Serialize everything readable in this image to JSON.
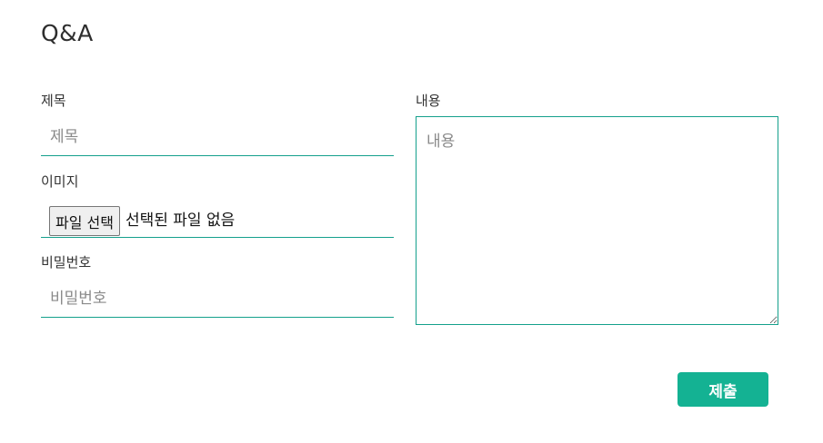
{
  "page": {
    "title": "Q&A"
  },
  "form": {
    "title_field": {
      "label": "제목",
      "placeholder": "제목",
      "value": ""
    },
    "image_field": {
      "label": "이미지",
      "button_label": "파일 선택",
      "status_text": "선택된 파일 없음"
    },
    "password_field": {
      "label": "비밀번호",
      "placeholder": "비밀번호",
      "value": ""
    },
    "content_field": {
      "label": "내용",
      "placeholder": "내용",
      "value": ""
    },
    "submit_label": "제출"
  },
  "colors": {
    "accent": "#14a08c",
    "submit_bg": "#14b293"
  }
}
